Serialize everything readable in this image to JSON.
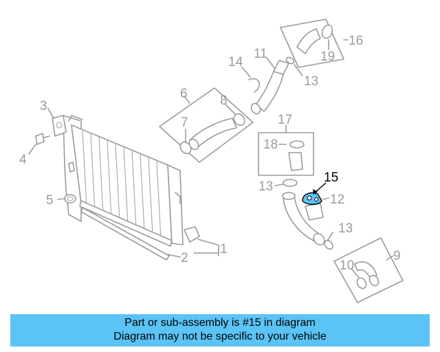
{
  "parts": {
    "p1": "1",
    "p2": "2",
    "p3": "3",
    "p4": "4",
    "p5": "5",
    "p6": "6",
    "p7": "7",
    "p8": "8",
    "p9": "9",
    "p10": "10",
    "p11": "11",
    "p12": "12",
    "p13a": "13",
    "p13b": "13",
    "p13c": "13",
    "p14": "14",
    "p15": "15",
    "p16": "16",
    "p17": "17",
    "p18": "18",
    "p19": "19"
  },
  "highlight": {
    "part": "15",
    "color": "#5bc3f5"
  },
  "banner": {
    "line1": "Part or sub-assembly is #15 in diagram",
    "line2": "Diagram may not be specific to your vehicle",
    "color": "#5bc3f5"
  }
}
